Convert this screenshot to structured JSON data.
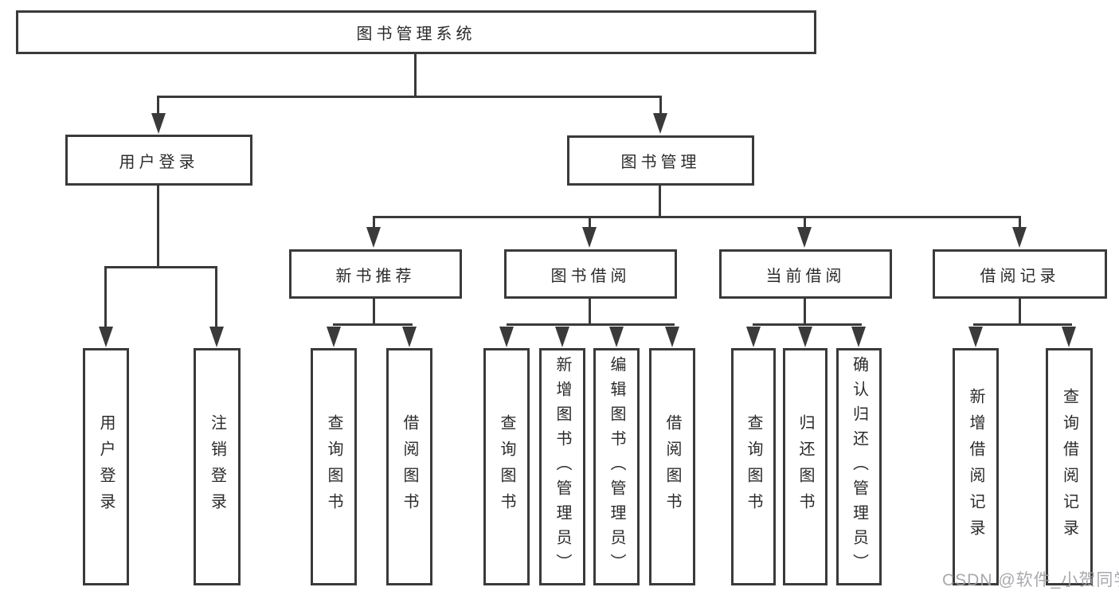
{
  "colors": {
    "line": "#3a3a3a",
    "text": "#2b2b2b",
    "background": "#ffffff",
    "watermark": "#a0a0a5"
  },
  "watermark": {
    "text": "CSDN @软件_小贺同学"
  },
  "tree": {
    "label": "图书管理系统",
    "children": [
      {
        "label": "用户登录",
        "children": [
          {
            "label": "用户登录"
          },
          {
            "label": "注销登录"
          }
        ]
      },
      {
        "label": "图书管理",
        "children": [
          {
            "label": "新书推荐",
            "children": [
              {
                "label": "查询图书"
              },
              {
                "label": "借阅图书"
              }
            ]
          },
          {
            "label": "图书借阅",
            "children": [
              {
                "label": "查询图书"
              },
              {
                "label": "新增图书（管理员）"
              },
              {
                "label": "编辑图书（管理员）"
              },
              {
                "label": "借阅图书"
              }
            ]
          },
          {
            "label": "当前借阅",
            "children": [
              {
                "label": "查询图书"
              },
              {
                "label": "归还图书"
              },
              {
                "label": "确认归还（管理员）"
              }
            ]
          },
          {
            "label": "借阅记录",
            "children": [
              {
                "label": "新增借阅记录"
              },
              {
                "label": "查询借阅记录"
              }
            ]
          }
        ]
      }
    ]
  }
}
